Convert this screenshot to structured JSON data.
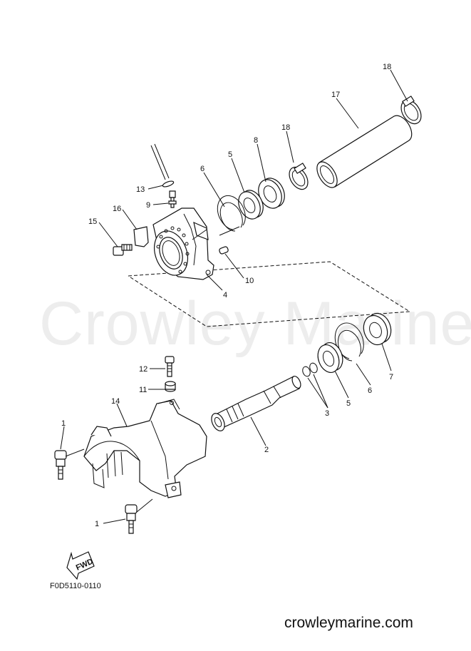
{
  "watermark": "Crowley Marine",
  "diagram_code": "F0D5110-0110",
  "website": "crowleymarine.com",
  "fwd_label": "FWD",
  "callouts": [
    {
      "id": "c1a",
      "text": "1"
    },
    {
      "id": "c1b",
      "text": "1"
    },
    {
      "id": "c2",
      "text": "2"
    },
    {
      "id": "c3",
      "text": "3"
    },
    {
      "id": "c4",
      "text": "4"
    },
    {
      "id": "c5a",
      "text": "5"
    },
    {
      "id": "c5b",
      "text": "5"
    },
    {
      "id": "c6a",
      "text": "6"
    },
    {
      "id": "c6b",
      "text": "6"
    },
    {
      "id": "c7",
      "text": "7"
    },
    {
      "id": "c8",
      "text": "8"
    },
    {
      "id": "c9",
      "text": "9"
    },
    {
      "id": "c10",
      "text": "10"
    },
    {
      "id": "c11",
      "text": "11"
    },
    {
      "id": "c12",
      "text": "12"
    },
    {
      "id": "c13",
      "text": "13"
    },
    {
      "id": "c14",
      "text": "14"
    },
    {
      "id": "c15",
      "text": "15"
    },
    {
      "id": "c16",
      "text": "16"
    },
    {
      "id": "c17",
      "text": "17"
    },
    {
      "id": "c18a",
      "text": "18"
    },
    {
      "id": "c18b",
      "text": "18"
    }
  ]
}
